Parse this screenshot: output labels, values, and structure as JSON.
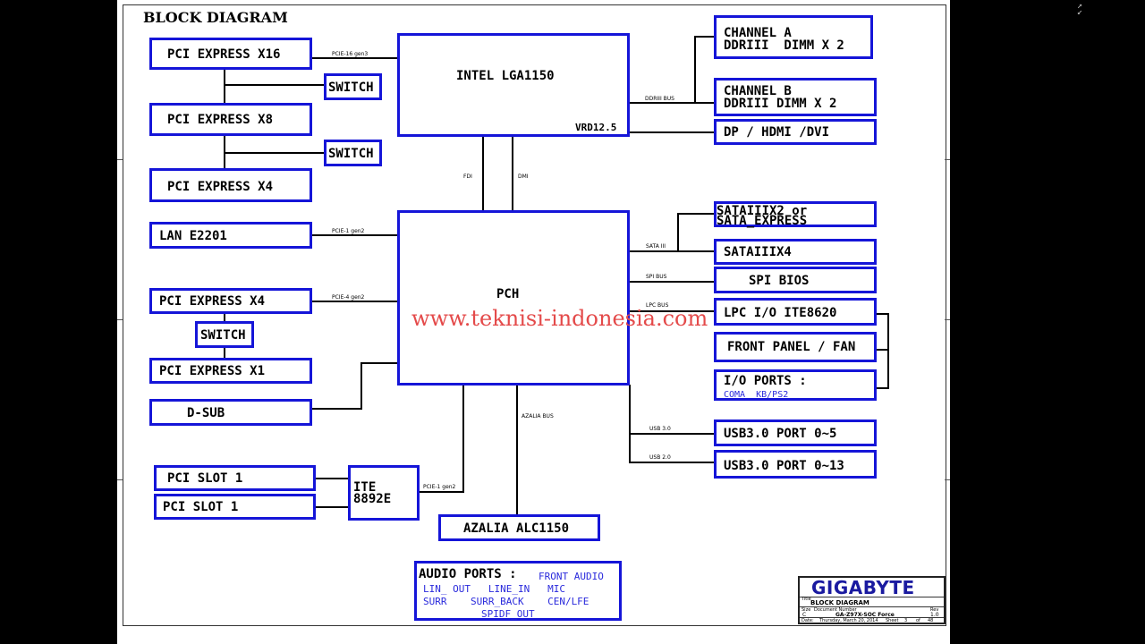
{
  "title": "BLOCK DIAGRAM",
  "watermark": "www.teknisi-indonesia.com",
  "blocks": {
    "cpu": {
      "label": "INTEL LGA1150",
      "sub": "VRD12.5"
    },
    "pch": {
      "label": "PCH"
    },
    "pcie_x16": "PCI EXPRESS X16",
    "pcie_x8": "PCI EXPRESS X8",
    "pcie_x4_top": "PCI EXPRESS X4",
    "switch_1": "SWITCH",
    "switch_2": "SWITCH",
    "lan": "LAN E2201",
    "pcie_x4_mid": "PCI EXPRESS X4",
    "switch_3": "SWITCH",
    "pcie_x1": "PCI EXPRESS X1",
    "dsub": "D-SUB",
    "pci_slot1_a": "PCI SLOT 1",
    "pci_slot1_b": "PCI SLOT 1",
    "ite8892": {
      "line1": "ITE",
      "line2": "8892E"
    },
    "azalia": "AZALIA ALC1150",
    "audio": {
      "title": "AUDIO PORTS :",
      "front": "FRONT AUDIO",
      "row1": "LIN_ OUT   LINE_IN   MIC",
      "row2": "SURR    SURR_BACK    CEN/LFE",
      "row3": "SPIDF_OUT"
    },
    "chan_a": {
      "line1": "CHANNEL A",
      "line2": "DDRIII  DIMM X 2"
    },
    "chan_b": {
      "line1": "CHANNEL B",
      "line2": "DDRIII DIMM X 2"
    },
    "dp": "DP / HDMI /DVI",
    "sata_express": {
      "line1": "SATAIIIX2 or",
      "line2": "SATA_EXPRESS"
    },
    "sata4": "SATAIIIX4",
    "spi_bios": "SPI BIOS",
    "lpc_io": "LPC I/O ITE8620",
    "front_panel": "FRONT PANEL / FAN",
    "io_ports": {
      "title": "I/O PORTS :",
      "sub": "COMA  KB/PS2"
    },
    "usb3_a": "USB3.0 PORT 0~5",
    "usb3_b": "USB3.0 PORT 0~13"
  },
  "buses": {
    "pcie16": "PCIE-16 gen3",
    "ddr": "DDRIII BUS",
    "fdi": "FDI",
    "dmi": "DMI",
    "pcie1_lan": "PCIE-1 gen2",
    "pcie4": "PCIE-4 gen2",
    "sata": "SATA III",
    "spi": "SPI BUS",
    "lpc": "LPC BUS",
    "azalia": "AZALIA BUS",
    "usb3": "USB 3.0",
    "usb2": "USB 2.0",
    "pcie1_ite": "PCIE-1 gen2"
  },
  "titleblock": {
    "logo": "GIGABYTE",
    "title_label": "Title",
    "title": "BLOCK DIAGRAM",
    "size_label": "Size",
    "size": "C",
    "docnum_label": "Document Number",
    "docnum": "GA-Z97X-SOC Force",
    "rev_label": "Rev",
    "rev": "1.0",
    "date_label": "Date:",
    "date": "Thursday, March 20, 2014",
    "sheet_label": "Sheet",
    "sheet": "3",
    "of_label": "of",
    "of": "48"
  },
  "colors": {
    "box_border": "#1515d8",
    "watermark": "#e44a4a",
    "logo": "#1a1aa0"
  }
}
